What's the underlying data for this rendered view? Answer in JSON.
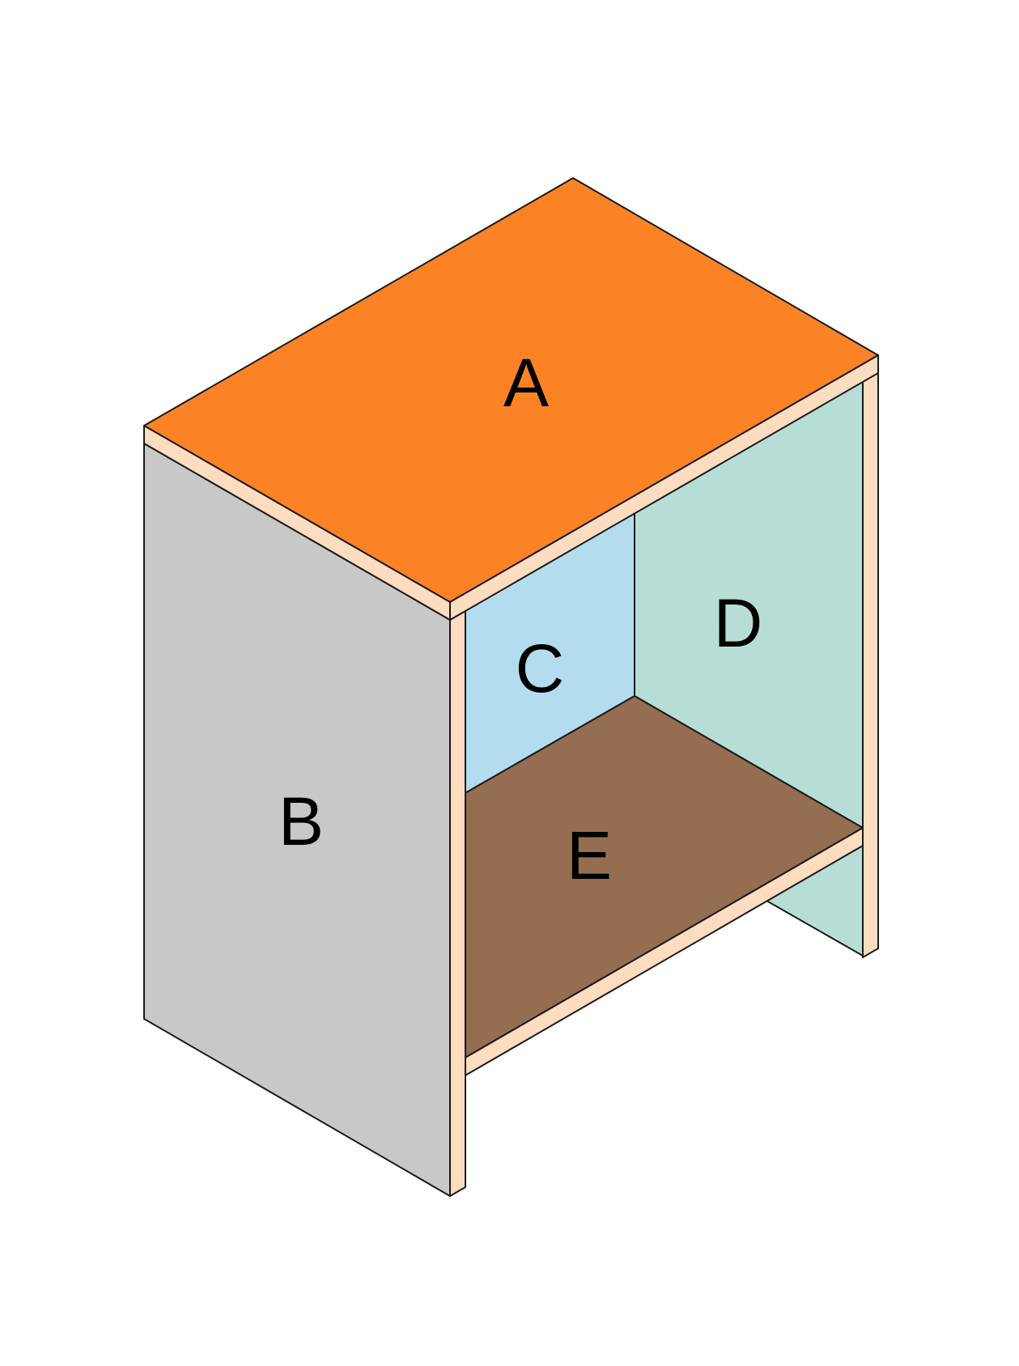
{
  "panels": [
    {
      "key": "top",
      "label": "A",
      "color": "#fb8325"
    },
    {
      "key": "side",
      "label": "B",
      "color": "#c8c8c8"
    },
    {
      "key": "back_left",
      "label": "C",
      "color": "#b3ddef"
    },
    {
      "key": "back_right",
      "label": "D",
      "color": "#b7ded6"
    },
    {
      "key": "shelf",
      "label": "E",
      "color": "#956d51"
    }
  ],
  "edge_color": "#fddcc0",
  "outline_color": "#1a1a1a",
  "background": "#ffffff"
}
